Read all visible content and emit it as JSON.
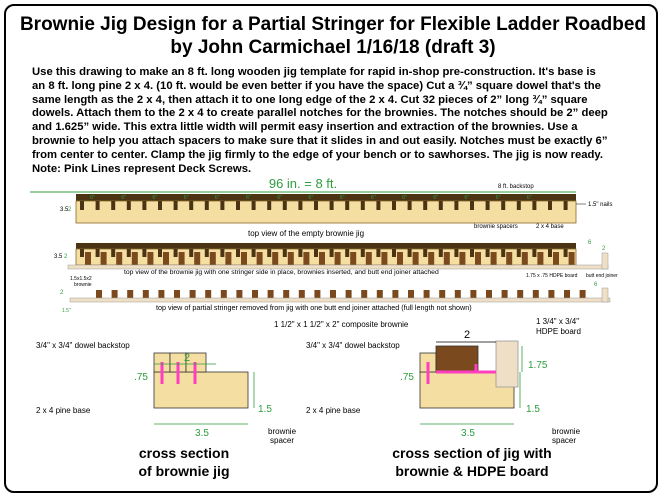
{
  "title_line1": "Brownie Jig Design for a Partial Stringer for Flexible Ladder Roadbed",
  "title_line2": "by John Carmichael 1/16/18 (draft 3)",
  "instructions": [
    "Use this drawing to make an 8 ft. long wooden jig template for rapid in-shop pre-construction.  It's base is",
    "an 8 ft. long pine 2 x 4. (10 ft. would be even better if you have the space) Cut a ¾” square dowel that's the",
    "same length as the 2 x 4, then attach it to one long edge of the 2 x 4.  Cut 32 pieces of 2” long ¾” square",
    "dowels.  Attach them to the 2 x 4 to create parallel notches for the brownies.  The notches should be 2” deep",
    "and 1.625” wide.  This extra little width will permit easy insertion and extraction of the brownies.  Use a",
    "brownie to help you attach spacers to make sure that it slides in and out easily.  Notches must be exactly 6”",
    "from center to center.  Clamp the jig firmly to the edge of your bench or to sawhorses.  The jig is now ready.",
    "Note:  Pink Lines represent Deck Screws."
  ],
  "top_diagram": {
    "length_label": "96 in. = 8 ft.",
    "spacing_label": "6\"",
    "backstop_label": "8 ft. backstop",
    "nails_label": "1.5\" nails",
    "spacers_label": "brownie spacers",
    "base_label": "2 x 4 base",
    "side_dims_1": [
      "3.5",
      "2"
    ],
    "side_dims_2": [
      "3.5",
      "2"
    ],
    "caption_empty": "top view of the empty brownie jig",
    "caption_stringer": "top view of the brownie jig with one stringer side in place, brownies inserted, and butt end joiner attached",
    "caption_removed": "top view of partial stringer removed from jig with one butt end joiner attached (full length not shown)",
    "brownie_label_a": "1.5x1.5x2",
    "brownie_label_b": "brownie",
    "hdpe_small_label": "1.75 x .75 HDPE board",
    "joiner_label": "butt end joiner",
    "dim_2": "2",
    "dim_15": "1.5\"",
    "dim_6": "6"
  },
  "cross_section_1": {
    "backstop_label": "3/4\" x 3/4\" dowel backstop",
    "base_label": "2 x 4 pine base",
    "spacer_label_a": "brownie",
    "spacer_label_b": "spacer",
    "dim_top": "2",
    "dim_left": ".75",
    "dim_right": "1.5",
    "dim_bottom": "3.5",
    "caption_a": "cross section",
    "caption_b": "of brownie jig"
  },
  "cross_section_2": {
    "brownie_label": "1 1/2\" x 1 1/2\" x 2\" composite brownie",
    "hdpe_label_a": "1 3/4\" x 3/4\"",
    "hdpe_label_b": "HDPE board",
    "backstop_label": "3/4\" x 3/4\" dowel backstop",
    "base_label": "2 x 4 pine base",
    "spacer_label_a": "brownie",
    "spacer_label_b": "spacer",
    "dim_top": "2",
    "dim_left": ".75",
    "dim_right_upper": "1.75",
    "dim_right": "1.5",
    "dim_bottom": "3.5",
    "caption_a": "cross section of jig with",
    "caption_b": "brownie & HDPE board"
  },
  "colors": {
    "wood_base": "#f5dea2",
    "wood_dark": "#e8c77e",
    "brownie": "#7a4a1e",
    "hdpe": "#eedfc6",
    "screw": "#ff3fbf",
    "dim_green": "#2e9e3e",
    "dowel": "#4a3414"
  }
}
